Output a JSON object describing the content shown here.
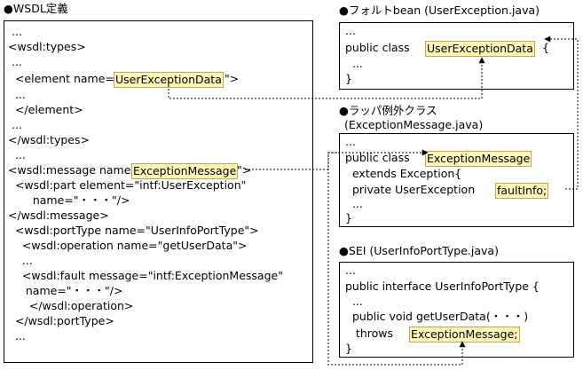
{
  "titles": {
    "wsdl": "●WSDL定義",
    "bean": "●フォルトbean (UserException.java)",
    "wrapper": "●ラッパ例外クラス",
    "wrapper_file": "(ExceptionMessage.java)",
    "sei": "●SEI (UserInfoPortType.java)"
  },
  "wsdl": {
    "lines": [
      "...",
      "<wsdl:types>",
      " ...",
      "  <element name=\"",
      "  ...",
      "  </element>",
      " ...",
      "</wsdl:types>",
      "  ...",
      "<wsdl:message name=\"",
      "  <wsdl:part element=\"intf:UserException\"",
      "       name=\"・・・\"/>",
      "</wsdl:message>",
      "  <wsdl:portType name=\"UserInfoPortType\">",
      "    <wsdl:operation name=\"getUserData\">",
      "    ...",
      "    <wsdl:fault message=\"intf:ExceptionMessage\"",
      "     name=\"・・・\"/>",
      "      </wsdl:operation>",
      "  </wsdl:portType>",
      "  ..."
    ],
    "element_name_value": "UserExceptionData",
    "element_name_tail": "\">",
    "message_name_value": "ExceptionMessage",
    "message_name_tail": "\">"
  },
  "bean": {
    "lines": [
      "...",
      "public class ",
      "  ...",
      "}"
    ],
    "class_name": "UserExceptionData",
    "class_tail": " {"
  },
  "wrapper": {
    "lines": [
      "...",
      "public class ",
      "  extends Exception{",
      "  private UserException ",
      "  ...",
      "}"
    ],
    "class_name": "ExceptionMessage",
    "field_name": "faultInfo;"
  },
  "sei": {
    "lines": [
      "...",
      "public interface UserInfoPortType {",
      "  ...",
      "  public void getUserData(・・・)",
      "   throws ",
      "}"
    ],
    "exception_name": "ExceptionMessage;"
  },
  "colors": {
    "highlight_fill": "#fff6b8",
    "highlight_border": "#b9ab56"
  }
}
